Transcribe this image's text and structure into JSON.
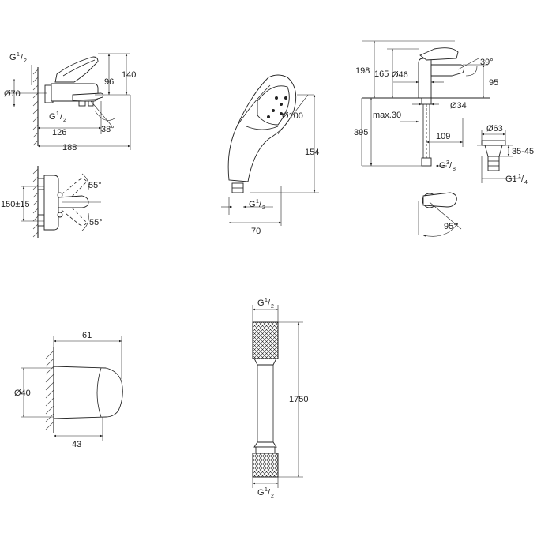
{
  "bath_mixer": {
    "thread": "G",
    "thread_frac_num": "1",
    "thread_frac_den": "2",
    "dia": "Ø70",
    "h96": "96",
    "h140": "140",
    "w126": "126",
    "w188": "188",
    "angle38": "38°",
    "angle55a": "55°",
    "angle55b": "55°",
    "h150": "150±15"
  },
  "hand_shower": {
    "dia": "Ø100",
    "h154": "154",
    "w70": "70",
    "thread": "G",
    "thread_frac_num": "1",
    "thread_frac_den": "2"
  },
  "basin_mixer": {
    "h198": "198",
    "h165": "165",
    "dia46": "Ø46",
    "angle39": "39°",
    "h95": "95",
    "dia34": "Ø34",
    "max30": "max.30",
    "h395": "395",
    "w109": "109",
    "thread": "G",
    "thread_frac_num": "3",
    "thread_frac_den": "8",
    "angle95": "95°"
  },
  "waste": {
    "dia63": "Ø63",
    "r3545": "35-45",
    "thread": "G1",
    "thread_frac_num": "1",
    "thread_frac_den": "4"
  },
  "wall_holder": {
    "w61": "61",
    "dia40": "Ø40",
    "w43": "43"
  },
  "hose": {
    "thread_top": "G",
    "top_frac_num": "1",
    "top_frac_den": "2",
    "length": "1750",
    "thread_bottom": "G",
    "bottom_frac_num": "1",
    "bottom_frac_den": "2"
  }
}
